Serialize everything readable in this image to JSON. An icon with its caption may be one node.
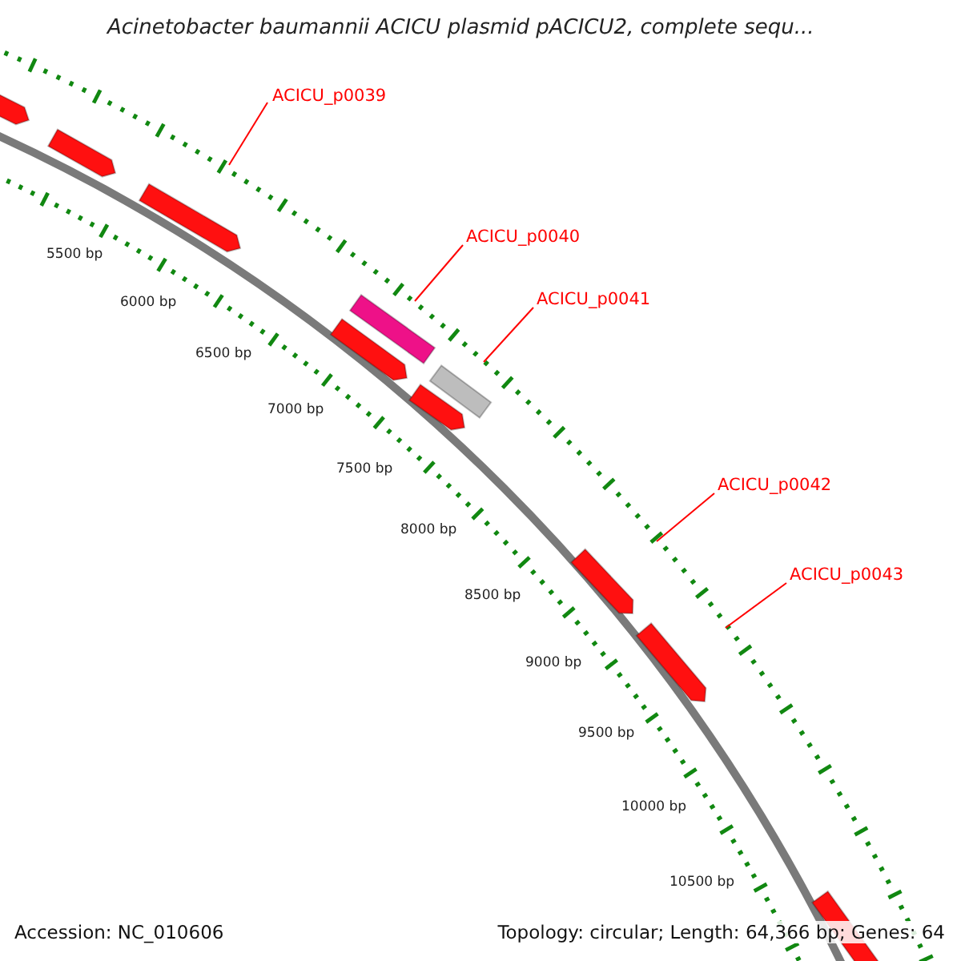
{
  "diagram": {
    "title": "Acinetobacter baumannii ACICU plasmid pACICU2, complete sequ...",
    "nodes": [
      {
        "text": [
          "ACICU_p0039"
        ]
      },
      {
        "text": [
          "ACICU_p0040"
        ]
      },
      {
        "text": [
          "ACICU_p0041"
        ]
      },
      {
        "text": [
          "ACICU_p0042"
        ]
      },
      {
        "text": [
          "ACICU_p0043"
        ]
      }
    ],
    "edges": [
      {
        "from": 0,
        "to": null,
        "arrow": "none"
      },
      {
        "from": 1,
        "to": null,
        "arrow": "none"
      },
      {
        "from": 2,
        "to": null,
        "arrow": "none"
      },
      {
        "from": 3,
        "to": null,
        "arrow": "none"
      },
      {
        "from": 4,
        "to": null,
        "arrow": "none"
      }
    ],
    "labels": [
      "5500 bp",
      "6000 bp",
      "6500 bp",
      "7000 bp",
      "7500 bp",
      "8000 bp",
      "8500 bp",
      "9000 bp",
      "9500 bp",
      "10000 bp",
      "10500 bp",
      "Accession: NC_010606",
      "Topology: circular; Length: 64,366 bp; Genes: 64"
    ]
  }
}
